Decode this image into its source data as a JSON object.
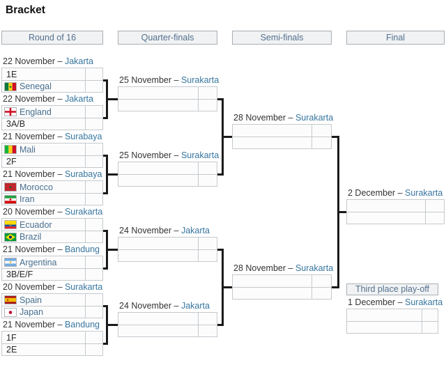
{
  "page": {
    "title": "Bracket"
  },
  "bracket": {
    "label_separator": " – ",
    "rounds": [
      {
        "name": "Round of 16",
        "matches": [
          {
            "date": "22 November",
            "venue": "Jakarta",
            "slots": [
              {
                "text": "1E"
              },
              {
                "text": "Senegal",
                "flag": "senegal",
                "link": true
              }
            ],
            "scores": [
              "",
              ""
            ]
          },
          {
            "date": "22 November",
            "venue": "Jakarta",
            "slots": [
              {
                "text": "England",
                "flag": "england",
                "link": true
              },
              {
                "text": "3A/B"
              }
            ],
            "scores": [
              "",
              ""
            ]
          },
          {
            "date": "21 November",
            "venue": "Surabaya",
            "slots": [
              {
                "text": "Mali",
                "flag": "mali",
                "link": true
              },
              {
                "text": "2F"
              }
            ],
            "scores": [
              "",
              ""
            ]
          },
          {
            "date": "21 November",
            "venue": "Surabaya",
            "slots": [
              {
                "text": "Morocco",
                "flag": "morocco",
                "link": true
              },
              {
                "text": "Iran",
                "flag": "iran",
                "link": true
              }
            ],
            "scores": [
              "",
              ""
            ]
          },
          {
            "date": "20 November",
            "venue": "Surakarta",
            "slots": [
              {
                "text": "Ecuador",
                "flag": "ecuador",
                "link": true
              },
              {
                "text": "Brazil",
                "flag": "brazil",
                "link": true
              }
            ],
            "scores": [
              "",
              ""
            ]
          },
          {
            "date": "21 November",
            "venue": "Bandung",
            "slots": [
              {
                "text": "Argentina",
                "flag": "argentina",
                "link": true
              },
              {
                "text": "3B/E/F"
              }
            ],
            "scores": [
              "",
              ""
            ]
          },
          {
            "date": "20 November",
            "venue": "Surakarta",
            "slots": [
              {
                "text": "Spain",
                "flag": "spain",
                "link": true
              },
              {
                "text": "Japan",
                "flag": "japan",
                "link": true
              }
            ],
            "scores": [
              "",
              ""
            ]
          },
          {
            "date": "21 November",
            "venue": "Bandung",
            "slots": [
              {
                "text": "1F"
              },
              {
                "text": "2E"
              }
            ],
            "scores": [
              "",
              ""
            ]
          }
        ]
      },
      {
        "name": "Quarter-finals",
        "matches": [
          {
            "date": "25 November",
            "venue": "Surakarta",
            "slots": [
              {},
              {}
            ],
            "scores": [
              "",
              ""
            ]
          },
          {
            "date": "25 November",
            "venue": "Surakarta",
            "slots": [
              {},
              {}
            ],
            "scores": [
              "",
              ""
            ]
          },
          {
            "date": "24 November",
            "venue": "Jakarta",
            "slots": [
              {},
              {}
            ],
            "scores": [
              "",
              ""
            ]
          },
          {
            "date": "24 November",
            "venue": "Jakarta",
            "slots": [
              {},
              {}
            ],
            "scores": [
              "",
              ""
            ]
          }
        ]
      },
      {
        "name": "Semi-finals",
        "matches": [
          {
            "date": "28 November",
            "venue": "Surakarta",
            "slots": [
              {},
              {}
            ],
            "scores": [
              "",
              ""
            ]
          },
          {
            "date": "28 November",
            "venue": "Surakarta",
            "slots": [
              {},
              {}
            ],
            "scores": [
              "",
              ""
            ]
          }
        ]
      },
      {
        "name": "Final",
        "matches": [
          {
            "date": "2 December",
            "venue": "Surakarta",
            "slots": [
              {},
              {}
            ],
            "scores": [
              "",
              ""
            ]
          }
        ]
      }
    ],
    "third_place": {
      "header": "Third place play-off",
      "date": "1 December",
      "venue": "Surakarta",
      "slots": [
        {},
        {}
      ],
      "scores": [
        "",
        ""
      ]
    }
  },
  "colors": {
    "link_team": "#476f8e",
    "link_venue": "#36759e",
    "header_text": "#52708f",
    "header_bg": "#f1f2f3",
    "header_border": "#a9afb5",
    "box_bg": "#fcfcfc",
    "box_border": "#c5c9cd",
    "connector": "#1a1a1a"
  }
}
